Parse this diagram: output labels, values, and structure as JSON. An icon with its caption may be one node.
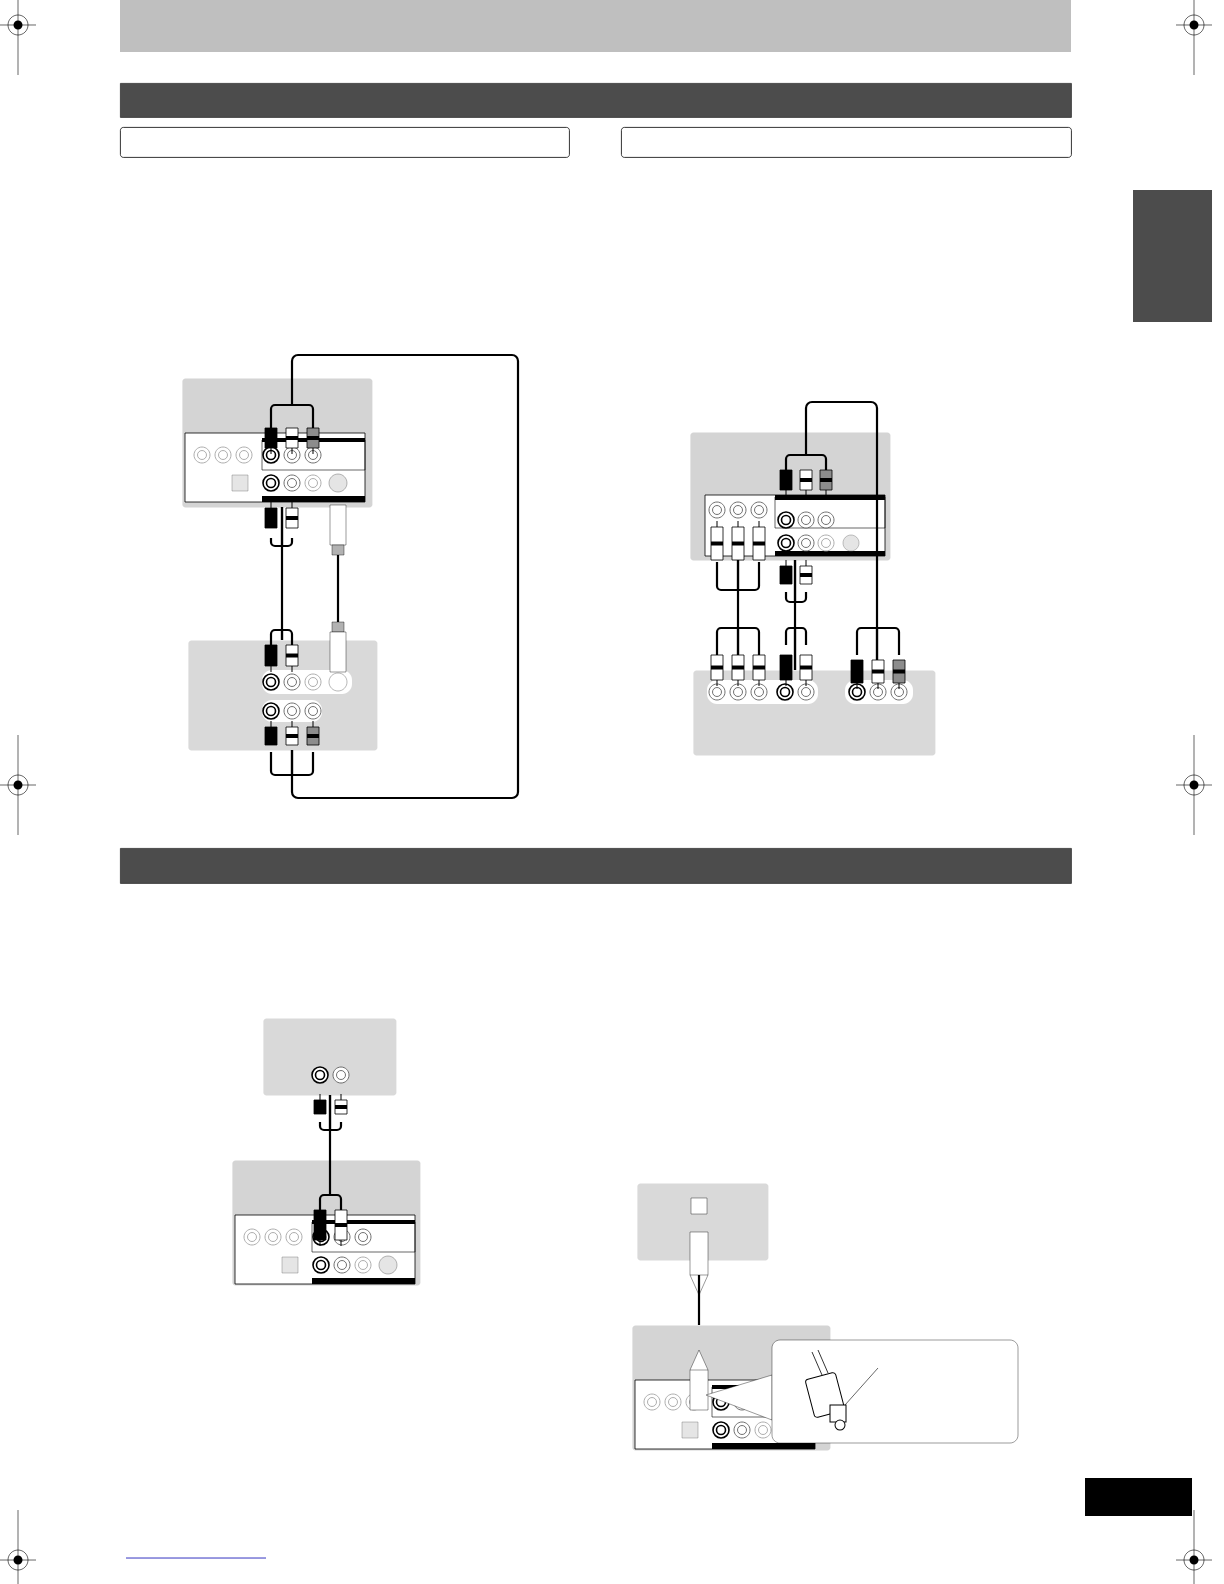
{
  "diagram": {
    "nodes": [
      {
        "text": [],
        "shape": "bar"
      },
      {
        "text": [],
        "shape": "box"
      },
      {
        "text": [],
        "shape": "box"
      },
      {
        "text": [],
        "shape": "box"
      },
      {
        "text": [],
        "shape": "box"
      },
      {
        "text": [],
        "shape": "box"
      },
      {
        "text": [],
        "shape": "box"
      },
      {
        "text": [],
        "shape": "bar"
      },
      {
        "text": [],
        "shape": "box"
      },
      {
        "text": [],
        "shape": "box"
      },
      {
        "text": [],
        "shape": "box"
      },
      {
        "text": [],
        "shape": "box"
      }
    ],
    "edges": [
      {
        "from": 3,
        "to": 4,
        "arrow": "other"
      },
      {
        "from": 3,
        "to": 4,
        "arrow": "none"
      },
      {
        "from": 4,
        "to": 3,
        "arrow": "other"
      },
      {
        "from": 5,
        "to": 6,
        "arrow": "other"
      },
      {
        "from": 5,
        "to": 6,
        "arrow": "other"
      },
      {
        "from": 5,
        "to": 6,
        "arrow": "other"
      },
      {
        "from": 8,
        "to": 9,
        "arrow": "none"
      },
      {
        "from": 10,
        "to": 11,
        "arrow": "none"
      }
    ]
  }
}
